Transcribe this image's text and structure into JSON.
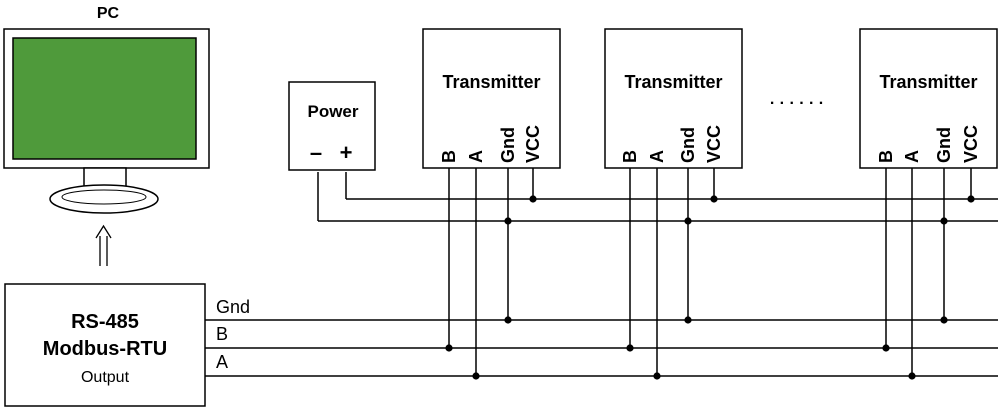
{
  "pc": {
    "label": "PC"
  },
  "power": {
    "label": "Power",
    "minus": "–",
    "plus": "+"
  },
  "rs485": {
    "line1": "RS-485",
    "line2": "Modbus-RTU",
    "line3": "Output"
  },
  "bus": {
    "gnd": "Gnd",
    "b": "B",
    "a": "A"
  },
  "ellipsis": "· · · · · ·",
  "transmitters": [
    {
      "title": "Transmitter",
      "pins": [
        "B",
        "A",
        "Gnd",
        "VCC"
      ]
    },
    {
      "title": "Transmitter",
      "pins": [
        "B",
        "A",
        "Gnd",
        "VCC"
      ]
    },
    {
      "title": "Transmitter",
      "pins": [
        "B",
        "A",
        "Gnd",
        "VCC"
      ]
    }
  ],
  "colors": {
    "screen": "#4f9a3b",
    "line": "#000000"
  }
}
